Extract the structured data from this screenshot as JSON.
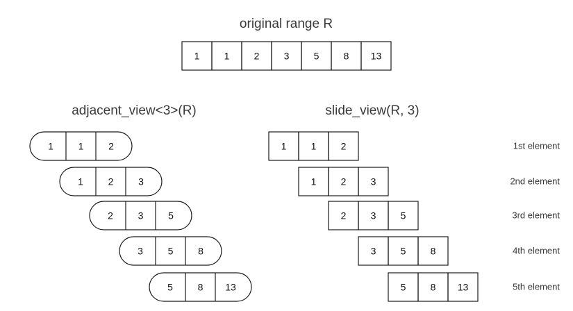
{
  "original": {
    "title": "original range R",
    "values": [
      "1",
      "1",
      "2",
      "3",
      "5",
      "8",
      "13"
    ]
  },
  "adjacent": {
    "title": "adjacent_view<3>(R)",
    "rows": [
      [
        "1",
        "1",
        "2"
      ],
      [
        "1",
        "2",
        "3"
      ],
      [
        "2",
        "3",
        "5"
      ],
      [
        "3",
        "5",
        "8"
      ],
      [
        "5",
        "8",
        "13"
      ]
    ]
  },
  "slide": {
    "title": "slide_view(R, 3)",
    "rows": [
      [
        "1",
        "1",
        "2"
      ],
      [
        "1",
        "2",
        "3"
      ],
      [
        "2",
        "3",
        "5"
      ],
      [
        "3",
        "5",
        "8"
      ],
      [
        "5",
        "8",
        "13"
      ]
    ]
  },
  "element_labels": [
    "1st element",
    "2nd element",
    "3rd element",
    "4th element",
    "5th element"
  ]
}
